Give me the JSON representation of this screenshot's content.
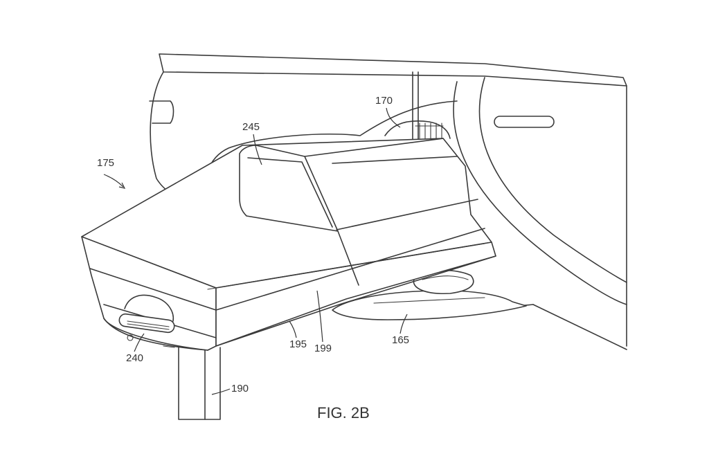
{
  "figure": {
    "caption": "FIG. 2B",
    "labels": {
      "l175": "175",
      "l170": "170",
      "l245": "245",
      "l165": "165",
      "l199": "199",
      "l195": "195",
      "l240": "240",
      "l190": "190"
    }
  },
  "colors": {
    "line": "#3a3a3a",
    "background": "#ffffff"
  }
}
